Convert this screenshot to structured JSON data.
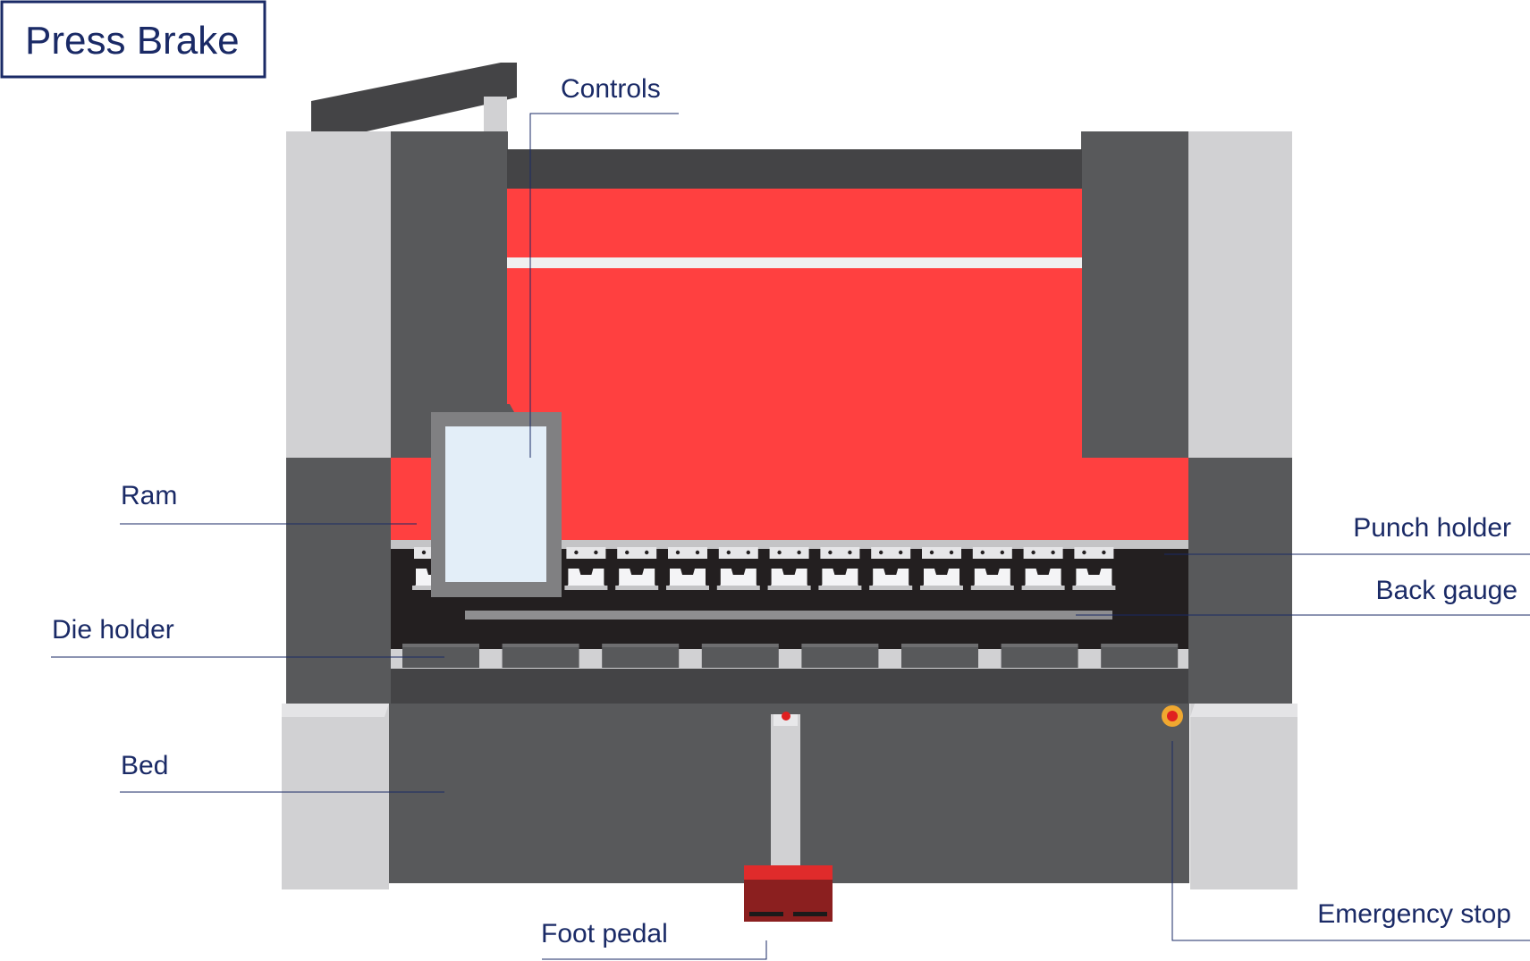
{
  "title": "Press Brake",
  "labels": {
    "controls": "Controls",
    "ram": "Ram",
    "punch_holder": "Punch holder",
    "back_gauge": "Back gauge",
    "die_holder": "Die holder",
    "bed": "Bed",
    "emergency_stop": "Emergency stop",
    "foot_pedal": "Foot pedal"
  },
  "colors": {
    "text": "#1a2a66",
    "leader": "#1a2a66",
    "frame_light": "#d1d1d3",
    "frame_dark": "#58595b",
    "frame_darker": "#444446",
    "ram_red": "#ff4040",
    "tool_bay": "#231f20",
    "screen": "#e3eef8",
    "screen_frame": "#808082",
    "pedal": "#8b1f1f",
    "pedal_top": "#e02b2b",
    "estop_ring": "#f0a830",
    "estop_center": "#e02020"
  }
}
